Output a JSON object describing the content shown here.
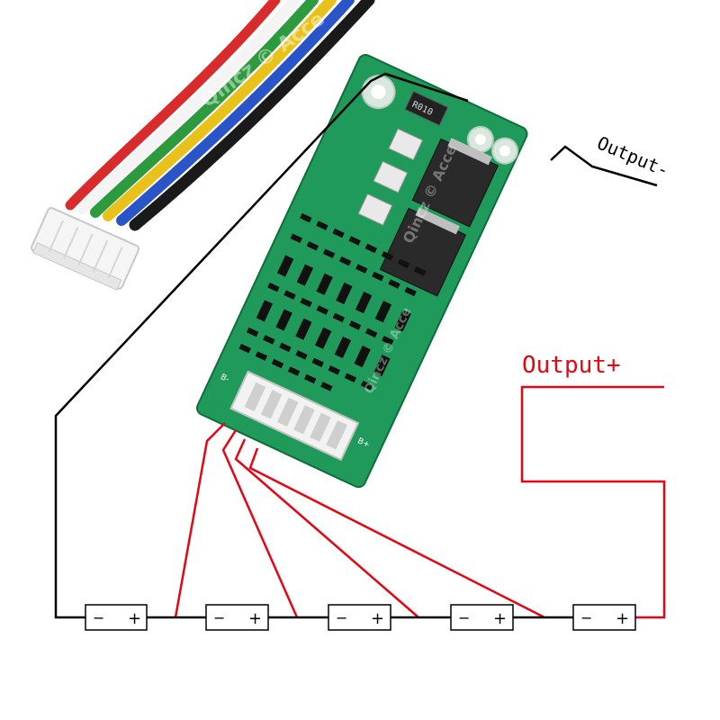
{
  "labels": {
    "output_minus": "Output-",
    "output_plus": "Output+",
    "board_b_minus": "B-",
    "board_b_plus": "B+",
    "resistor_code": "R010",
    "watermark_1": "Qincz © Acce",
    "watermark_2": "Qincz © Acce",
    "cable_watermark": "Qincz © Acce"
  },
  "cells": [
    {
      "minus": "−",
      "plus": "+"
    },
    {
      "minus": "−",
      "plus": "+"
    },
    {
      "minus": "−",
      "plus": "+"
    },
    {
      "minus": "−",
      "plus": "+"
    },
    {
      "minus": "−",
      "plus": "+"
    }
  ],
  "colors": {
    "wire_negative": "#000000",
    "wire_positive": "#e30613",
    "pcb_green": "#1f9a5a",
    "pcb_dark": "#137a43",
    "mosfet": "#2a2a2a",
    "connector": "#f2f2f2",
    "cable_red": "#d92b2b",
    "cable_white": "#f4f4f4",
    "cable_green": "#2e9a3e",
    "cable_yellow": "#e8c21a",
    "cable_blue": "#2a55c8",
    "cable_black": "#1a1a1a"
  }
}
